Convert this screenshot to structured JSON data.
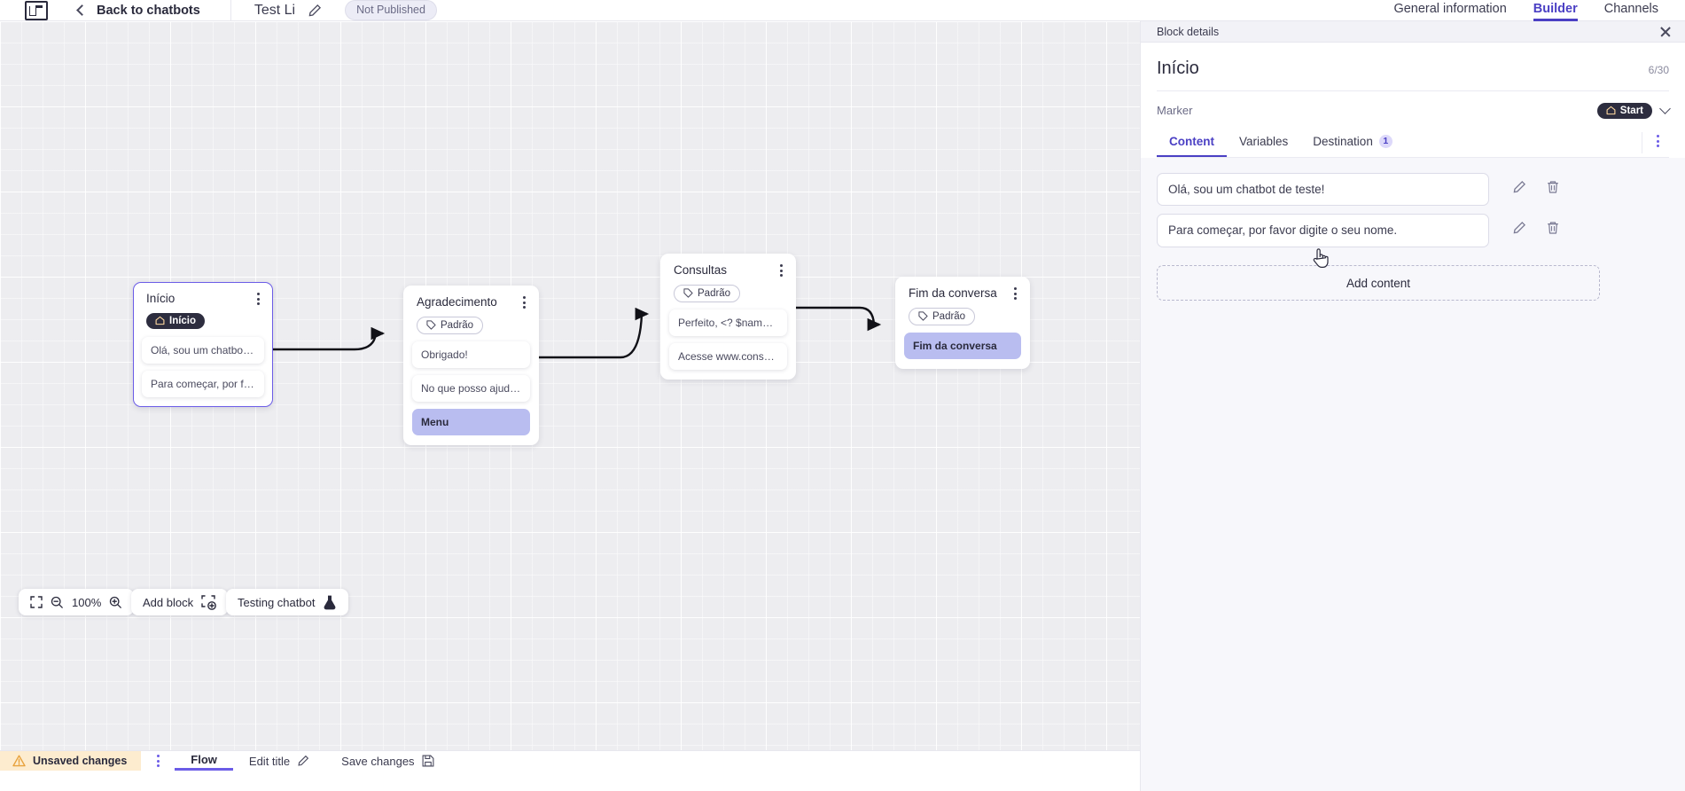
{
  "topbar": {
    "logo_icon": "app-logo-icon",
    "back_label": "Back to chatbots",
    "back_chevron_icon": "chevron-left-icon",
    "bot_title": "Test Li",
    "edit_title_icon": "pencil-icon",
    "publish_status": "Not Published",
    "tabs": [
      {
        "label": "General information",
        "active": false
      },
      {
        "label": "Builder",
        "active": true
      },
      {
        "label": "Channels",
        "active": false
      }
    ]
  },
  "canvas": {
    "zoom_level": "100%",
    "fit_icon": "fit-screen-icon",
    "zoom_out_icon": "zoom-out-icon",
    "zoom_in_icon": "zoom-in-icon",
    "add_block_label": "Add block",
    "add_block_icon": "add-block-icon",
    "testing_label": "Testing chatbot",
    "testing_icon": "flask-icon",
    "nodes": [
      {
        "id": "inicio",
        "title": "Início",
        "selected": true,
        "tag": {
          "label": "Início",
          "kind": "start",
          "icon": "home-icon"
        },
        "rows": [
          {
            "text": "Olá, sou um chatbot de teste!",
            "accent": false
          },
          {
            "text": "Para começar, por favor digite o ...",
            "accent": false
          }
        ]
      },
      {
        "id": "agradecimento",
        "title": "Agradecimento",
        "selected": false,
        "tag": {
          "label": "Padrão",
          "kind": "padrao",
          "icon": "tag-icon"
        },
        "rows": [
          {
            "text": "Obrigado!",
            "accent": false
          },
          {
            "text": "No que posso ajudar, <? $name ...",
            "accent": false
          },
          {
            "text": "Menu",
            "accent": true
          }
        ]
      },
      {
        "id": "consultas",
        "title": "Consultas",
        "selected": false,
        "tag": {
          "label": "Padrão",
          "kind": "padrao",
          "icon": "tag-icon"
        },
        "rows": [
          {
            "text": "Perfeito, <? $name ?>!",
            "accent": false
          },
          {
            "text": "Acesse www.consultas.com par...",
            "accent": false
          }
        ]
      },
      {
        "id": "fim-da-conversa",
        "title": "Fim da conversa",
        "selected": false,
        "tag": {
          "label": "Padrão",
          "kind": "padrao",
          "icon": "tag-icon"
        },
        "rows": [
          {
            "text": "Fim da conversa",
            "accent": true
          }
        ]
      }
    ]
  },
  "bottombar": {
    "unsaved_label": "Unsaved changes",
    "warning_icon": "warning-triangle-icon",
    "kebab_icon": "more-vertical-icon",
    "flow_label": "Flow",
    "edit_title_label": "Edit title",
    "edit_title_icon": "pencil-icon",
    "save_label": "Save changes",
    "save_icon": "save-disk-icon"
  },
  "panel": {
    "header_label": "Block details",
    "close_icon": "close-icon",
    "block_title": "Início",
    "char_count": "6/30",
    "marker_label": "Marker",
    "marker_value": "Start",
    "marker_icon": "home-icon",
    "marker_chevron_icon": "chevron-down-icon",
    "tabs": [
      {
        "label": "Content",
        "active": true,
        "badge": ""
      },
      {
        "label": "Variables",
        "active": false,
        "badge": ""
      },
      {
        "label": "Destination",
        "active": false,
        "badge": "1"
      }
    ],
    "tabs_kebab_icon": "more-vertical-icon",
    "content_items": [
      {
        "text": "Olá, sou um chatbot de teste!",
        "edit_icon": "pencil-icon",
        "delete_icon": "trash-icon"
      },
      {
        "text": "Para começar, por favor digite o seu nome.",
        "edit_icon": "pencil-icon",
        "delete_icon": "trash-icon"
      }
    ],
    "add_content_label": "Add content"
  },
  "colors": {
    "accent": "#4b40c4",
    "node_selected_border": "#6b5ce7",
    "accent_row": "#b9bdf0",
    "unsaved_bg": "#fdeccf",
    "dark_tag": "#2d2d3f"
  }
}
